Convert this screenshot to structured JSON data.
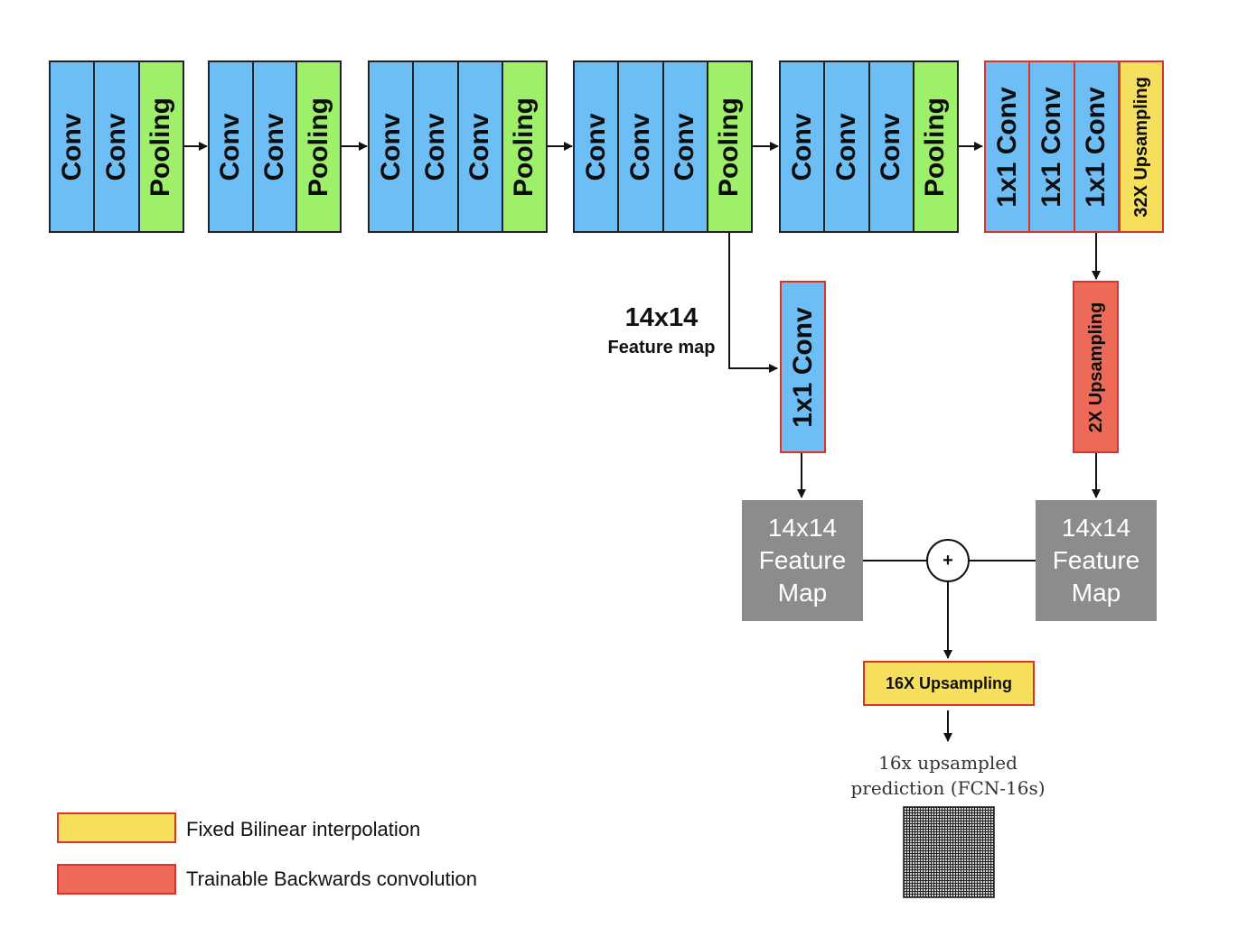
{
  "encoder_blocks": [
    {
      "layers": [
        "Conv",
        "Conv",
        "Pooling"
      ]
    },
    {
      "layers": [
        "Conv",
        "Conv",
        "Pooling"
      ]
    },
    {
      "layers": [
        "Conv",
        "Conv",
        "Conv",
        "Pooling"
      ]
    },
    {
      "layers": [
        "Conv",
        "Conv",
        "Conv",
        "Pooling"
      ]
    },
    {
      "layers": [
        "Conv",
        "Conv",
        "Conv",
        "Pooling"
      ]
    }
  ],
  "classifier_block": {
    "layers": [
      "1x1 Conv",
      "1x1 Conv",
      "1x1 Conv"
    ],
    "upsample_label": "32X Upsampling"
  },
  "skip_branch": {
    "feature_map_size": "14x14",
    "feature_map_label": "Feature map",
    "conv_label": "1x1 Conv"
  },
  "up2_label": "2X Upsampling",
  "feature_map_left": {
    "line1": "14x14",
    "line2": "Feature",
    "line3": "Map"
  },
  "feature_map_right": {
    "line1": "14x14",
    "line2": "Feature",
    "line3": "Map"
  },
  "sum_symbol": "+",
  "up16_label": "16X Upsampling",
  "prediction": {
    "line1": "16x upsampled",
    "line2": "prediction (FCN-16s)"
  },
  "legend": [
    {
      "label": "Fixed Bilinear interpolation",
      "color": "#f7df5e"
    },
    {
      "label": "Trainable Backwards convolution",
      "color": "#ec6a57"
    }
  ],
  "colors": {
    "conv": "#6ebef6",
    "pooling": "#9ef06a",
    "feature_map": "#8c8c8c",
    "border_trainable": "#d9342a"
  }
}
